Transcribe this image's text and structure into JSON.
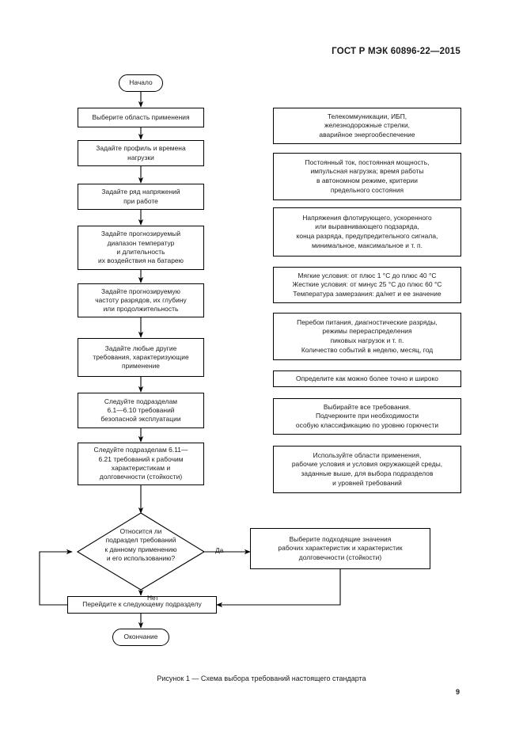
{
  "header": {
    "standard_title": "ГОСТ Р МЭК 60896-22—2015"
  },
  "figure": {
    "caption": "Рисунок 1 — Схема выбора требований настоящего стандарта",
    "page_number": "9"
  },
  "chart_data": {
    "type": "diagram",
    "title": "Схема выбора требований настоящего стандарта",
    "nodes": [
      {
        "id": "start",
        "shape": "terminator",
        "label": "Начало"
      },
      {
        "id": "n1",
        "shape": "process",
        "label": "Выберите область применения"
      },
      {
        "id": "n2",
        "shape": "process",
        "label": "Задайте профиль и времена\nнагрузки"
      },
      {
        "id": "n3",
        "shape": "process",
        "label": "Задайте ряд напряжений\nпри работе"
      },
      {
        "id": "n4",
        "shape": "process",
        "label": "Задайте прогнозируемый\nдиапазон температур\nи длительность\nих воздействия на батарею"
      },
      {
        "id": "n5",
        "shape": "process",
        "label": "Задайте прогнозируемую\nчастоту разрядов, их глубину\nили продолжительность"
      },
      {
        "id": "n6",
        "shape": "process",
        "label": "Задайте любые другие\nтребования, характеризующие\nприменение"
      },
      {
        "id": "n7",
        "shape": "process",
        "label": "Следуйте подразделам\n6.1—6.10 требований\nбезопасной эксплуатации"
      },
      {
        "id": "n8",
        "shape": "process",
        "label": "Следуйте подразделам 6.11—\n6.21 требований к рабочим\nхарактеристикам и\nдолговечности (стойкости)"
      },
      {
        "id": "d1",
        "shape": "decision",
        "label": "Относится ли\nподраздел требований\nк данному применению\nи его использованию?"
      },
      {
        "id": "n9",
        "shape": "process",
        "label": "Выберите подходящие значения\nрабочих характеристик и характеристик\nдолговечности (стойкости)"
      },
      {
        "id": "n10",
        "shape": "process",
        "label": "Перейдите к следующему подразделу"
      },
      {
        "id": "end",
        "shape": "terminator",
        "label": "Окончание"
      }
    ],
    "edge_labels": {
      "yes": "Да",
      "no": "Нет"
    },
    "notes": [
      {
        "id": "note1",
        "label": "Телекоммуникации, ИБП,\nжелезнодорожные стрелки,\nаварийное энергообеспечение"
      },
      {
        "id": "note2",
        "label": "Постоянный ток, постоянная мощность,\nимпульсная нагрузка; время работы\nв автономном режиме, критерии\nпредельного состояния"
      },
      {
        "id": "note3",
        "label": "Напряжения флотирующего, ускоренного\nили выравнивающего подзаряда,\nконца разряда, предупредительного сигнала,\nминимальное, максимальное и т. п."
      },
      {
        "id": "note4",
        "label": "Мягкие условия: от плюс 1 °С до плюс 40 °С\nЖесткие условия: от минус 25 °С до плюс 60 °С\nТемпература замерзания: да/нет и ее значение"
      },
      {
        "id": "note5",
        "label": "Перебои питания, диагностические разряды,\nрежимы перераспределения\nпиковых нагрузок и т. п.\nКоличество событий в неделю, месяц, год"
      },
      {
        "id": "note6",
        "label": "Определите как можно более точно и широко"
      },
      {
        "id": "note7",
        "label": "Выбирайте все требования.\nПодчеркните при необходимости\nособую классификацию по уровню горючести"
      },
      {
        "id": "note8",
        "label": "Используйте области применения,\nрабочие условия и условия окружающей среды,\nзаданные выше, для выбора подразделов\nи уровней требований"
      }
    ]
  }
}
